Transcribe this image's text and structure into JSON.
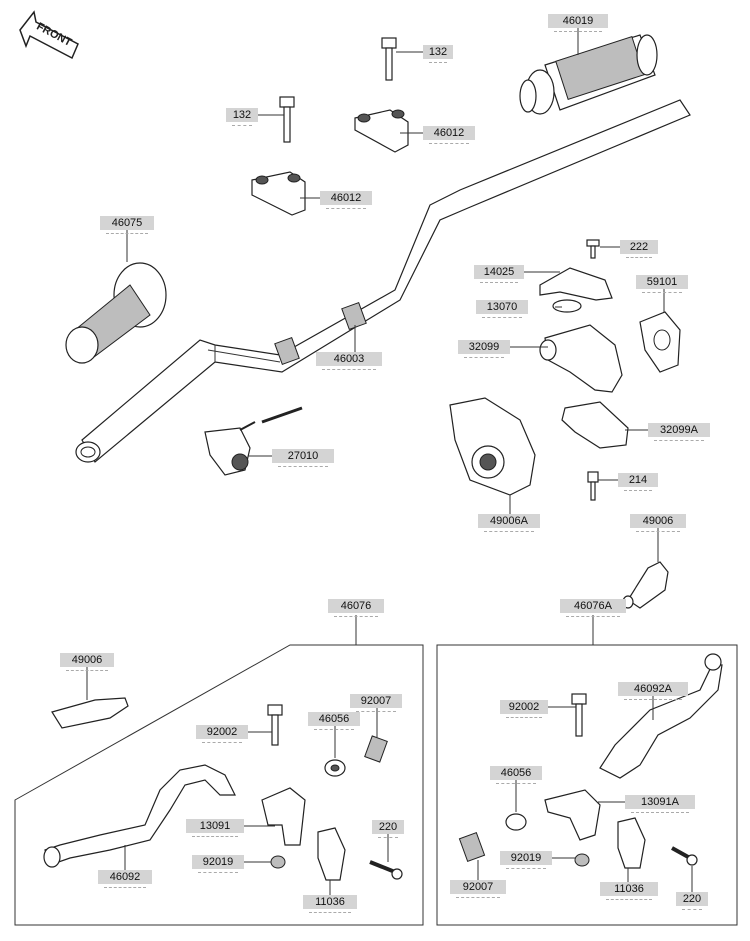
{
  "front_label": "FRONT",
  "labels": {
    "p46019": "46019",
    "p132a": "132",
    "p132b": "132",
    "p46012a": "46012",
    "p46012b": "46012",
    "p46075": "46075",
    "p222": "222",
    "p14025": "14025",
    "p59101": "59101",
    "p13070": "13070",
    "p32099": "32099",
    "p46003": "46003",
    "p27010": "27010",
    "p32099A": "32099A",
    "p214": "214",
    "p49006A": "49006A",
    "p49006a": "49006",
    "p46076": "46076",
    "p46076A": "46076A",
    "p49006b": "49006",
    "p92007a": "92007",
    "p92002a": "92002",
    "p46056a": "46056",
    "p13091": "13091",
    "p220a": "220",
    "p92019a": "92019",
    "p46092": "46092",
    "p11036a": "11036",
    "p46092A": "46092A",
    "p92002b": "92002",
    "p46056b": "46056",
    "p13091A": "13091A",
    "p92019b": "92019",
    "p92007b": "92007",
    "p11036b": "11036",
    "p220b": "220"
  }
}
